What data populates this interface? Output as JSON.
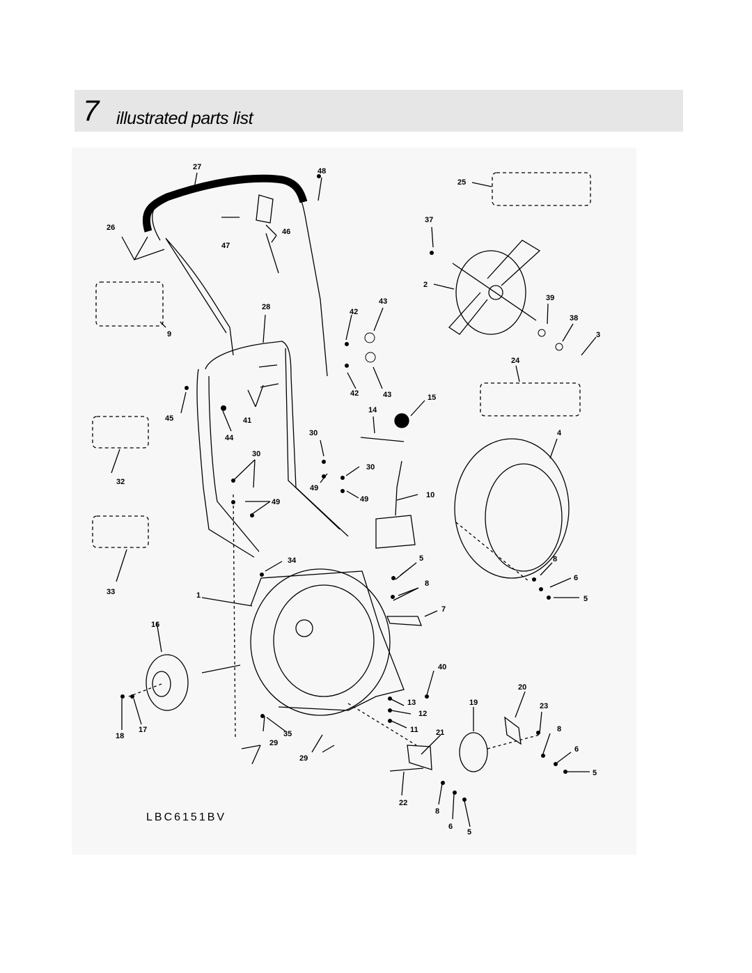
{
  "header": {
    "section_number": "7",
    "title": "illustrated parts list"
  },
  "diagram": {
    "model": "LBC6151BV",
    "callouts": [
      "1",
      "2",
      "3",
      "4",
      "5",
      "6",
      "7",
      "8",
      "9",
      "10",
      "11",
      "12",
      "13",
      "14",
      "15",
      "16",
      "17",
      "18",
      "19",
      "20",
      "21",
      "22",
      "23",
      "24",
      "25",
      "26",
      "27",
      "28",
      "29",
      "30",
      "32",
      "33",
      "34",
      "35",
      "37",
      "38",
      "39",
      "40",
      "41",
      "42",
      "43",
      "44",
      "45",
      "46",
      "47",
      "48",
      "49"
    ]
  }
}
